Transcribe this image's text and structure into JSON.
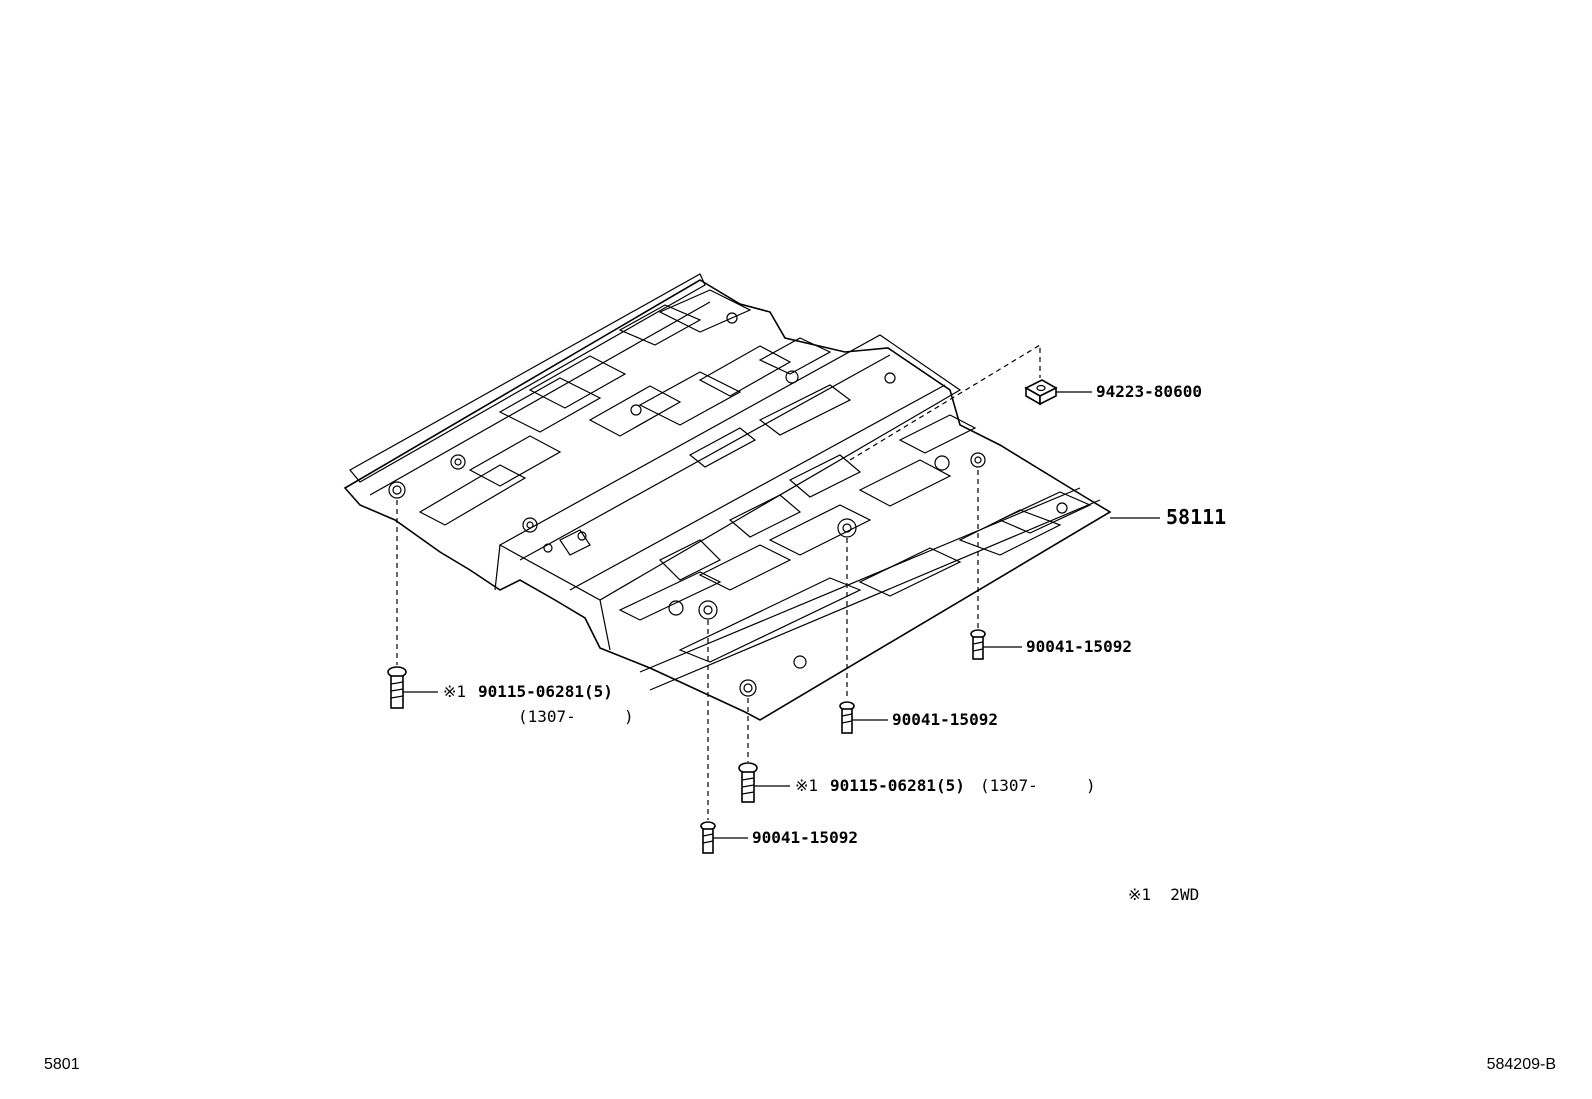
{
  "parts": {
    "floor_pan": "58111",
    "nut": "94223-80600",
    "screw_right": "90041-15092",
    "screw_center": "90041-15092",
    "screw_bottom": "90041-15092",
    "bolt_left_mark": "※1",
    "bolt_left": "90115-06281(5)",
    "bolt_left_date": "(1307-     )",
    "bolt_mid_mark": "※1",
    "bolt_mid": "90115-06281(5)",
    "bolt_mid_date": "(1307-     )"
  },
  "note": "※1  2WD",
  "footer": {
    "left_code": "5801",
    "right_code": "584209-B"
  }
}
